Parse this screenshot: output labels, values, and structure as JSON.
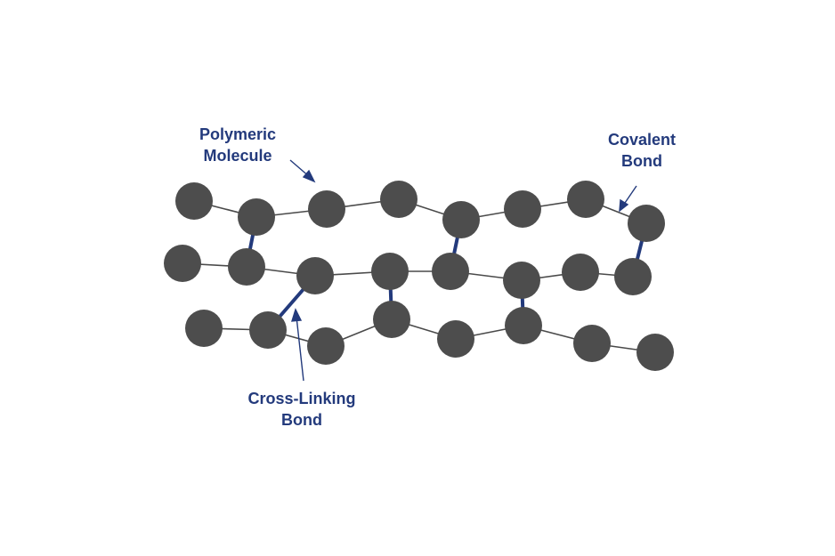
{
  "labels": {
    "polymeric_molecule": [
      "Polymeric",
      "Molecule"
    ],
    "covalent_bond": [
      "Covalent",
      "Bond"
    ],
    "cross_linking_bond": [
      "Cross-Linking",
      "Bond"
    ]
  },
  "colors": {
    "atom": "#4d4d4d",
    "covalent_line": "#4a4a4a",
    "cross_link": "#233a7c",
    "label_text": "#233a7c",
    "arrow": "#233a7c"
  }
}
